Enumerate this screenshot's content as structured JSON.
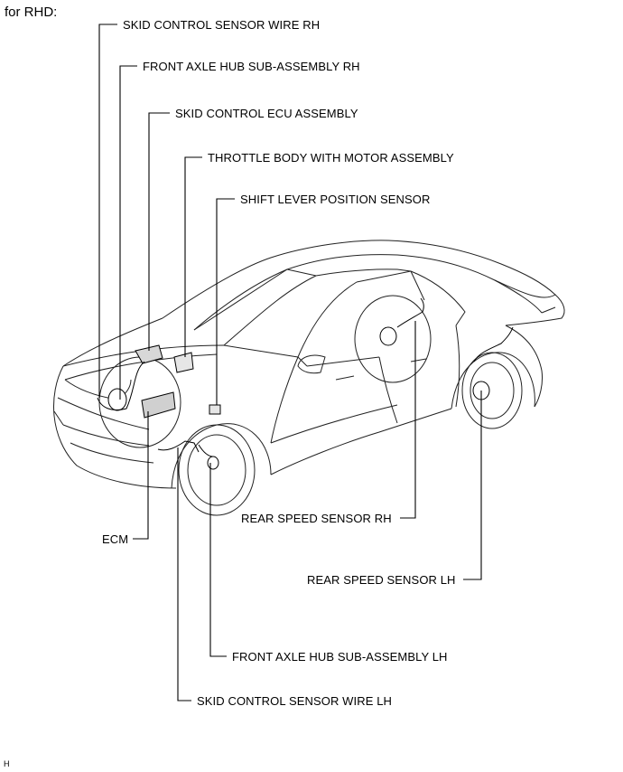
{
  "heading": "for RHD:",
  "corner_code": "H",
  "labels": {
    "skid_sensor_wire_rh": "SKID CONTROL SENSOR WIRE RH",
    "front_hub_rh": "FRONT AXLE HUB SUB-ASSEMBLY RH",
    "skid_ecu": "SKID CONTROL ECU ASSEMBLY",
    "throttle_body": "THROTTLE BODY WITH MOTOR ASSEMBLY",
    "shift_lever_sensor": "SHIFT LEVER POSITION SENSOR",
    "rear_speed_rh": "REAR SPEED SENSOR RH",
    "ecm": "ECM",
    "rear_speed_lh": "REAR SPEED SENSOR LH",
    "front_hub_lh": "FRONT AXLE HUB SUB-ASSEMBLY LH",
    "skid_sensor_wire_lh": "SKID CONTROL SENSOR WIRE LH"
  }
}
